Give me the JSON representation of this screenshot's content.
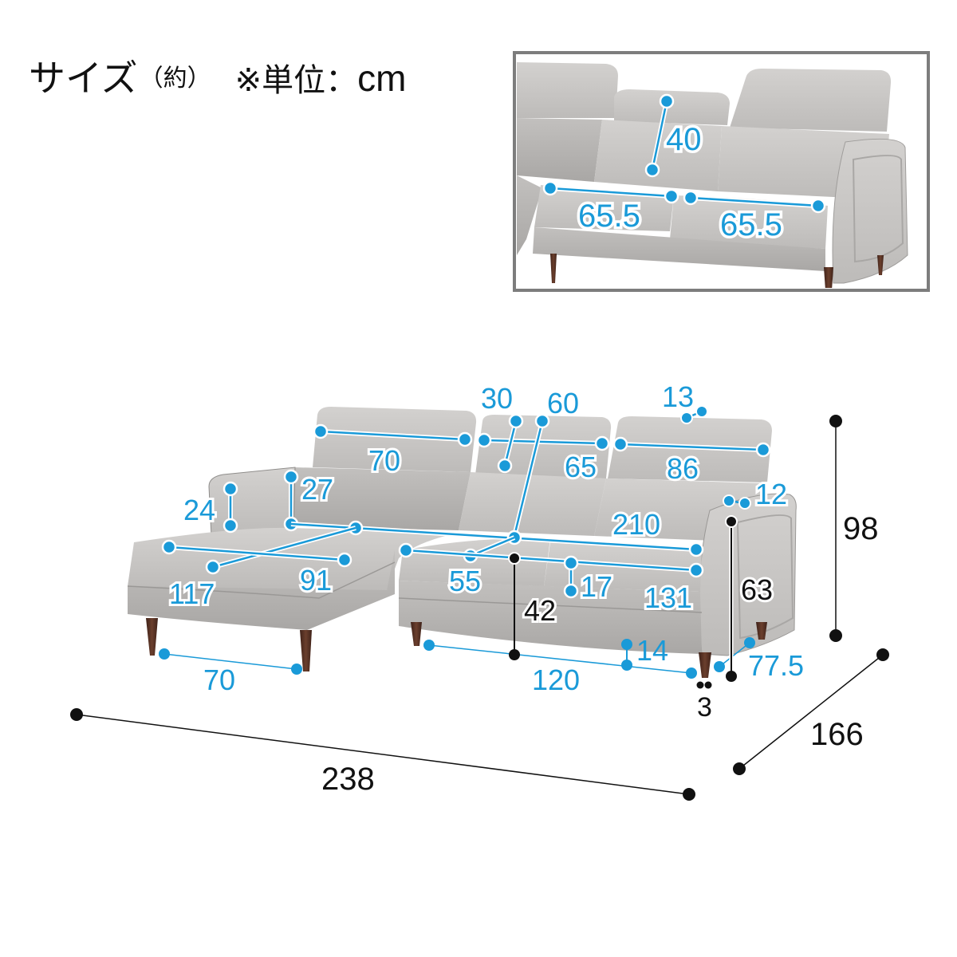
{
  "title": {
    "heading": "サイズ",
    "approx": "（約）",
    "unit_label": "※単位：",
    "unit_value": "cm"
  },
  "colors": {
    "dimension_blue": "#1a9ad8",
    "dimension_black": "#111111",
    "fabric_gray": "#c9c7c5",
    "fabric_shadow": "#aeacaa",
    "leg_brown": "#5a3426",
    "inset_border": "#7d7d7d"
  },
  "inset": {
    "description": "close-up of two-seat section cushions",
    "dimensions": {
      "headrest_to_seat_back": "40",
      "seat_cushion_left_width": "65.5",
      "seat_cushion_right_width": "65.5"
    }
  },
  "main": {
    "headrests": {
      "left_width": "70",
      "center_width": "65",
      "right_width": "86",
      "center_height": "30",
      "headrest_thickness": "13"
    },
    "blue_dimensions": {
      "back_height_from_seat": "60",
      "armrest_height_from_seat": "24",
      "chaise_back_height": "27",
      "arm_width": "12",
      "inner_seat_width": "210",
      "chaise_depth": "117",
      "chaise_width": "91",
      "seat_depth": "55",
      "cushion_thickness": "17",
      "main_seat_width": "131",
      "chaise_leg_span": "70",
      "main_leg_span": "120",
      "floor_clearance": "14",
      "side_leg_span": "77.5"
    },
    "black_dimensions": {
      "seat_height": "42",
      "arm_height": "63",
      "leg_inset": "3",
      "total_height": "98",
      "total_width": "238",
      "total_depth": "166"
    }
  }
}
